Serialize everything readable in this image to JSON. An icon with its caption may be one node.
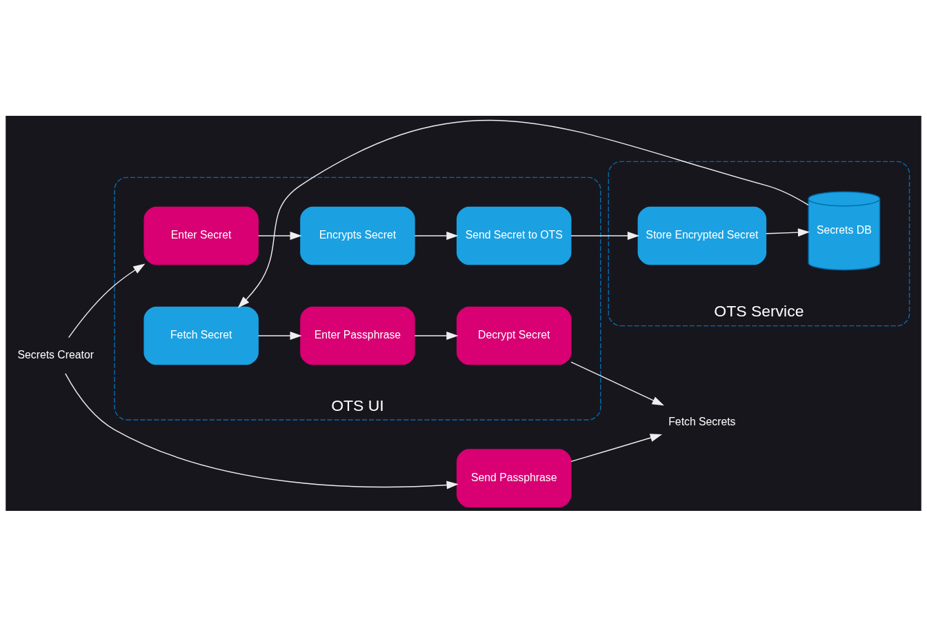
{
  "diagram": {
    "nodes": [
      {
        "text": [
          "OTS UI"
        ]
      },
      {
        "text": [
          "OTS Service"
        ]
      },
      {
        "text": [
          "Secrets Creator"
        ]
      },
      {
        "text": [
          "Enter Secret"
        ],
        "in": 0
      },
      {
        "text": [
          "Encrypts Secret"
        ],
        "in": 0
      },
      {
        "text": [
          "Send Secret to OTS"
        ],
        "in": 0
      },
      {
        "text": [
          "Store Encrypted Secret"
        ],
        "in": 1
      },
      {
        "text": [
          "Secrets DB"
        ],
        "in": 1
      },
      {
        "text": [
          "Send Passphrase"
        ]
      },
      {
        "text": [
          "Enter Passphrase"
        ],
        "in": 0
      },
      {
        "text": [
          "Decrypt Secret"
        ],
        "in": 0
      },
      {
        "text": [
          "Fetch Secret"
        ],
        "in": 0
      },
      {
        "text": [
          "Fetch Secrets"
        ]
      }
    ],
    "edges": [
      {
        "from": 2,
        "to": 3,
        "arrow": "to"
      },
      {
        "from": 3,
        "to": 4,
        "arrow": "to"
      },
      {
        "from": 4,
        "to": 5,
        "arrow": "to"
      },
      {
        "from": 5,
        "to": 6,
        "arrow": "to"
      },
      {
        "from": 6,
        "to": 7,
        "arrow": "to"
      },
      {
        "from": 2,
        "to": 8,
        "arrow": "to"
      },
      {
        "from": 8,
        "to": 12,
        "arrow": "to"
      },
      {
        "from": 7,
        "to": 11,
        "arrow": "to"
      },
      {
        "from": 11,
        "to": 9,
        "arrow": "to"
      },
      {
        "from": 9,
        "to": 10,
        "arrow": "to"
      },
      {
        "from": 10,
        "to": 12,
        "arrow": "to"
      }
    ]
  }
}
